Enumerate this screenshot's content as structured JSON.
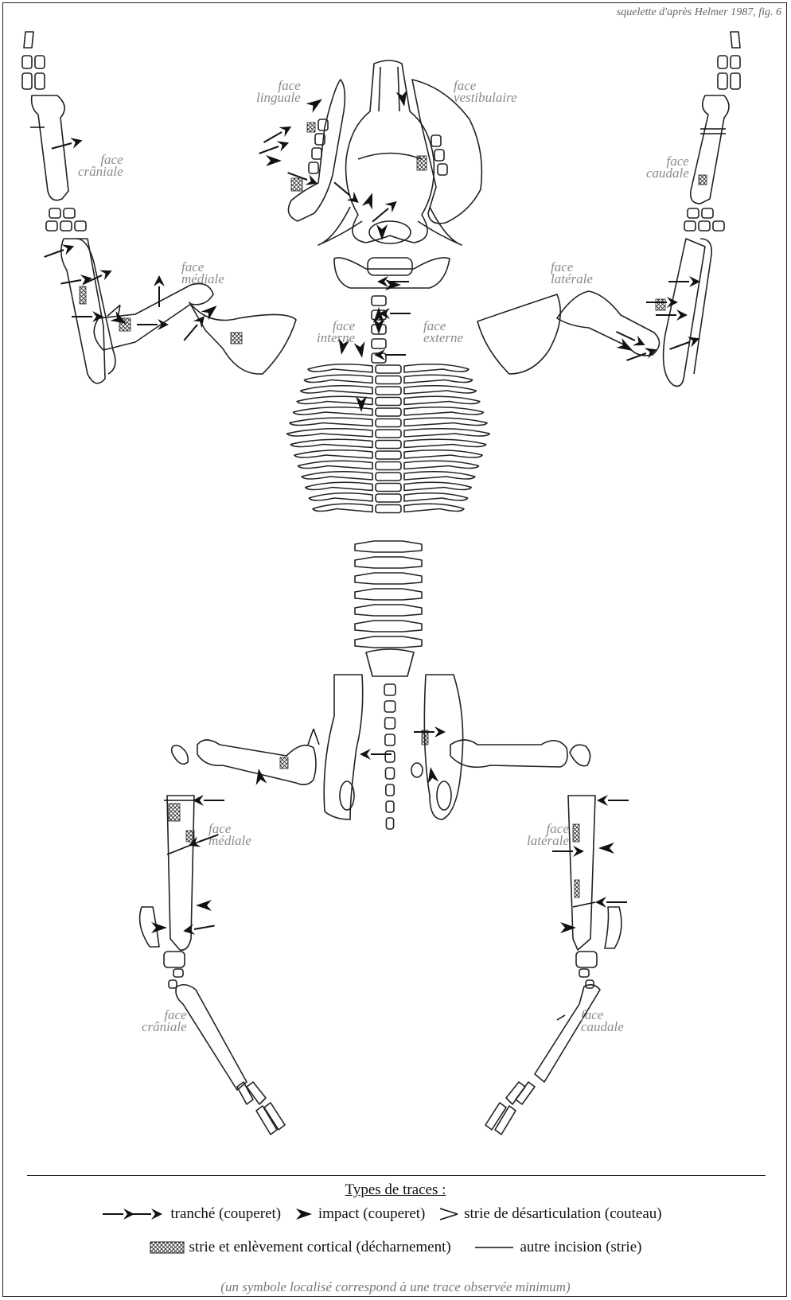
{
  "credit": "squelette d'après Helmer 1987, fig. 6",
  "face_labels": {
    "craniale_top": [
      "face",
      "crâniale"
    ],
    "linguale": [
      "face",
      "linguale"
    ],
    "vestibulaire": [
      "face",
      "vestibulaire"
    ],
    "caudale_top": [
      "face",
      "caudale"
    ],
    "mediale_top": [
      "face",
      "médiale"
    ],
    "laterale_top": [
      "face",
      "latérale"
    ],
    "interne": [
      "face",
      "interne"
    ],
    "externe": [
      "face",
      "externe"
    ],
    "mediale_bottom": [
      "face",
      "médiale"
    ],
    "laterale_bottom": [
      "face",
      "latérale"
    ],
    "craniale_bottom": [
      "face",
      "crâniale"
    ],
    "caudale_bottom": [
      "face",
      "caudale"
    ]
  },
  "legend": {
    "title": "Types de traces :",
    "tranche": "tranché (couperet)",
    "impact": "impact (couperet)",
    "strie_desarticulation": "strie de désarticulation (couteau)",
    "decharnement": "strie et enlèvement cortical (décharnement)",
    "autre_incision": "autre incision (strie)",
    "note": "(un symbole localisé correspond à une trace observée minimum)"
  },
  "colors": {
    "bone_outline": "#222222",
    "trace": "#111111",
    "label": "#8a8a8a"
  }
}
